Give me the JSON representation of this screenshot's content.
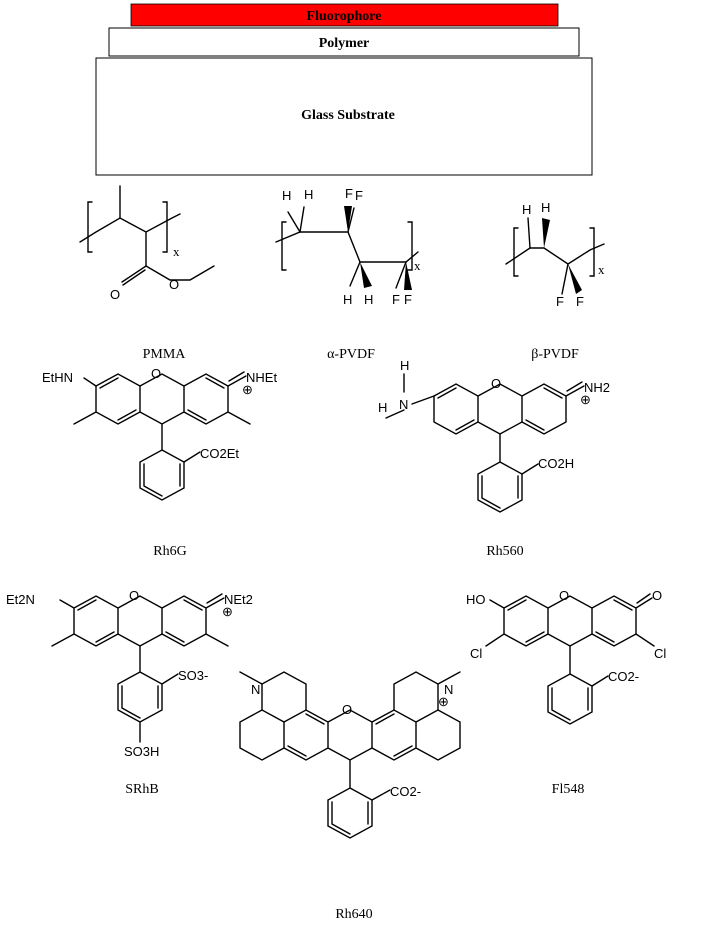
{
  "layers": {
    "fluorophore": "Fluorophore",
    "polymer": "Polymer",
    "substrate": "Glass Substrate"
  },
  "colors": {
    "fluorophore_fill": "#ff0000",
    "line": "#000000"
  },
  "polymers": {
    "pmma": {
      "label": "PMMA",
      "repeat": "x"
    },
    "alpha_pvdf": {
      "label": "α-PVDF",
      "repeat": "x",
      "atoms": [
        "H",
        "H",
        "F",
        "F",
        "H",
        "H",
        "F",
        "F"
      ]
    },
    "beta_pvdf": {
      "label": "β-PVDF",
      "repeat": "x",
      "atoms": [
        "H",
        "H",
        "F",
        "F"
      ]
    }
  },
  "dyes": {
    "rh6g": {
      "label": "Rh6G",
      "left_group": "EtHN",
      "right_group": "NHEt",
      "ester": "CO2Et",
      "ring_o": "O"
    },
    "rh560": {
      "label": "Rh560",
      "amine_h_top": "H",
      "amine_h": "H",
      "amine_n": "N",
      "right_group": "NH2",
      "acid": "CO2H",
      "ring_o": "O"
    },
    "srhb": {
      "label": "SRhB",
      "left_group": "Et2N",
      "right_group": "NEt2",
      "sulfonate": "SO3-",
      "sulfonic": "SO3H",
      "ring_o": "O"
    },
    "fl548": {
      "label": "Fl548",
      "ho": "HO",
      "keto_o": "O",
      "cl_left": "Cl",
      "cl_right": "Cl",
      "carboxylate": "CO2-",
      "ring_o": "O"
    },
    "rh640": {
      "label": "Rh640",
      "n_left": "N",
      "n_right": "N",
      "carboxylate": "CO2-",
      "ring_o": "O"
    }
  }
}
